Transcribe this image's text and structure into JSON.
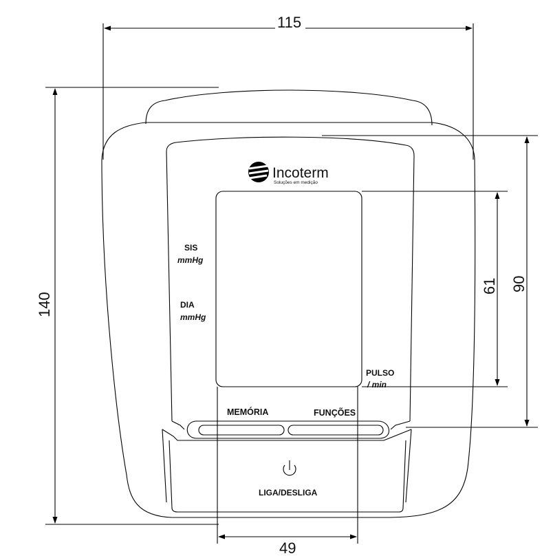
{
  "brand": {
    "name": "Incoterm",
    "tagline": "Soluções em medição"
  },
  "display": {
    "systolic_label": "SIS",
    "systolic_unit": "mmHg",
    "diastolic_label": "DIA",
    "diastolic_unit": "mmHg",
    "pulse_label": "PULSO",
    "pulse_unit": "/ min"
  },
  "buttons": {
    "memory": "MEMÓRIA",
    "functions": "FUNÇÕES",
    "power": "LIGA/DESLIGA"
  },
  "icons": {
    "power": "power-icon",
    "logo": "incoterm-logo-icon"
  },
  "dimensions": {
    "width": "115",
    "height": "140",
    "front_panel_height": "90",
    "screen_height": "61",
    "screen_width": "49"
  }
}
